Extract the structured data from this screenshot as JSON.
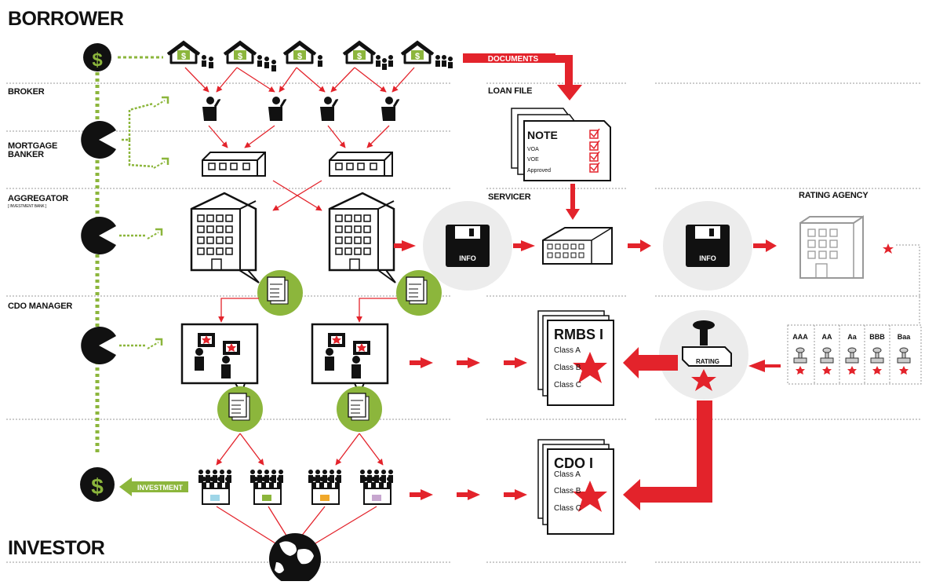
{
  "roles": {
    "borrower": "BORROWER",
    "broker": "BROKER",
    "mortgage_banker_1": "MORTGAGE",
    "mortgage_banker_2": "BANKER",
    "aggregator": "AGGREGATOR",
    "aggregator_sub": "[ INVESTMENT BANK ]",
    "cdo_manager": "CDO MANAGER",
    "investor": "INVESTOR",
    "loan_file": "LOAN FILE",
    "servicer": "SERVICER",
    "rating_agency": "RATING AGENCY"
  },
  "arrows": {
    "documents": "DOCUMENTS",
    "investment": "INVESTMENT"
  },
  "loan_file": {
    "title": "NOTE",
    "items": [
      "VOA",
      "VOE",
      "Approved"
    ]
  },
  "info_label": "INFO",
  "rating_label": "RATING",
  "ratings": [
    "AAA",
    "AA",
    "Aa",
    "BBB",
    "Baa"
  ],
  "rmbs": {
    "title": "RMBS I",
    "classes": [
      "Class A",
      "Class B",
      "Class C"
    ]
  },
  "cdo": {
    "title": "CDO I",
    "classes": [
      "Class A",
      "Class B",
      "Class C"
    ]
  },
  "colors": {
    "red": "#e3232b",
    "green": "#8cb63c",
    "black": "#111111",
    "info_bg": "#ececec"
  }
}
